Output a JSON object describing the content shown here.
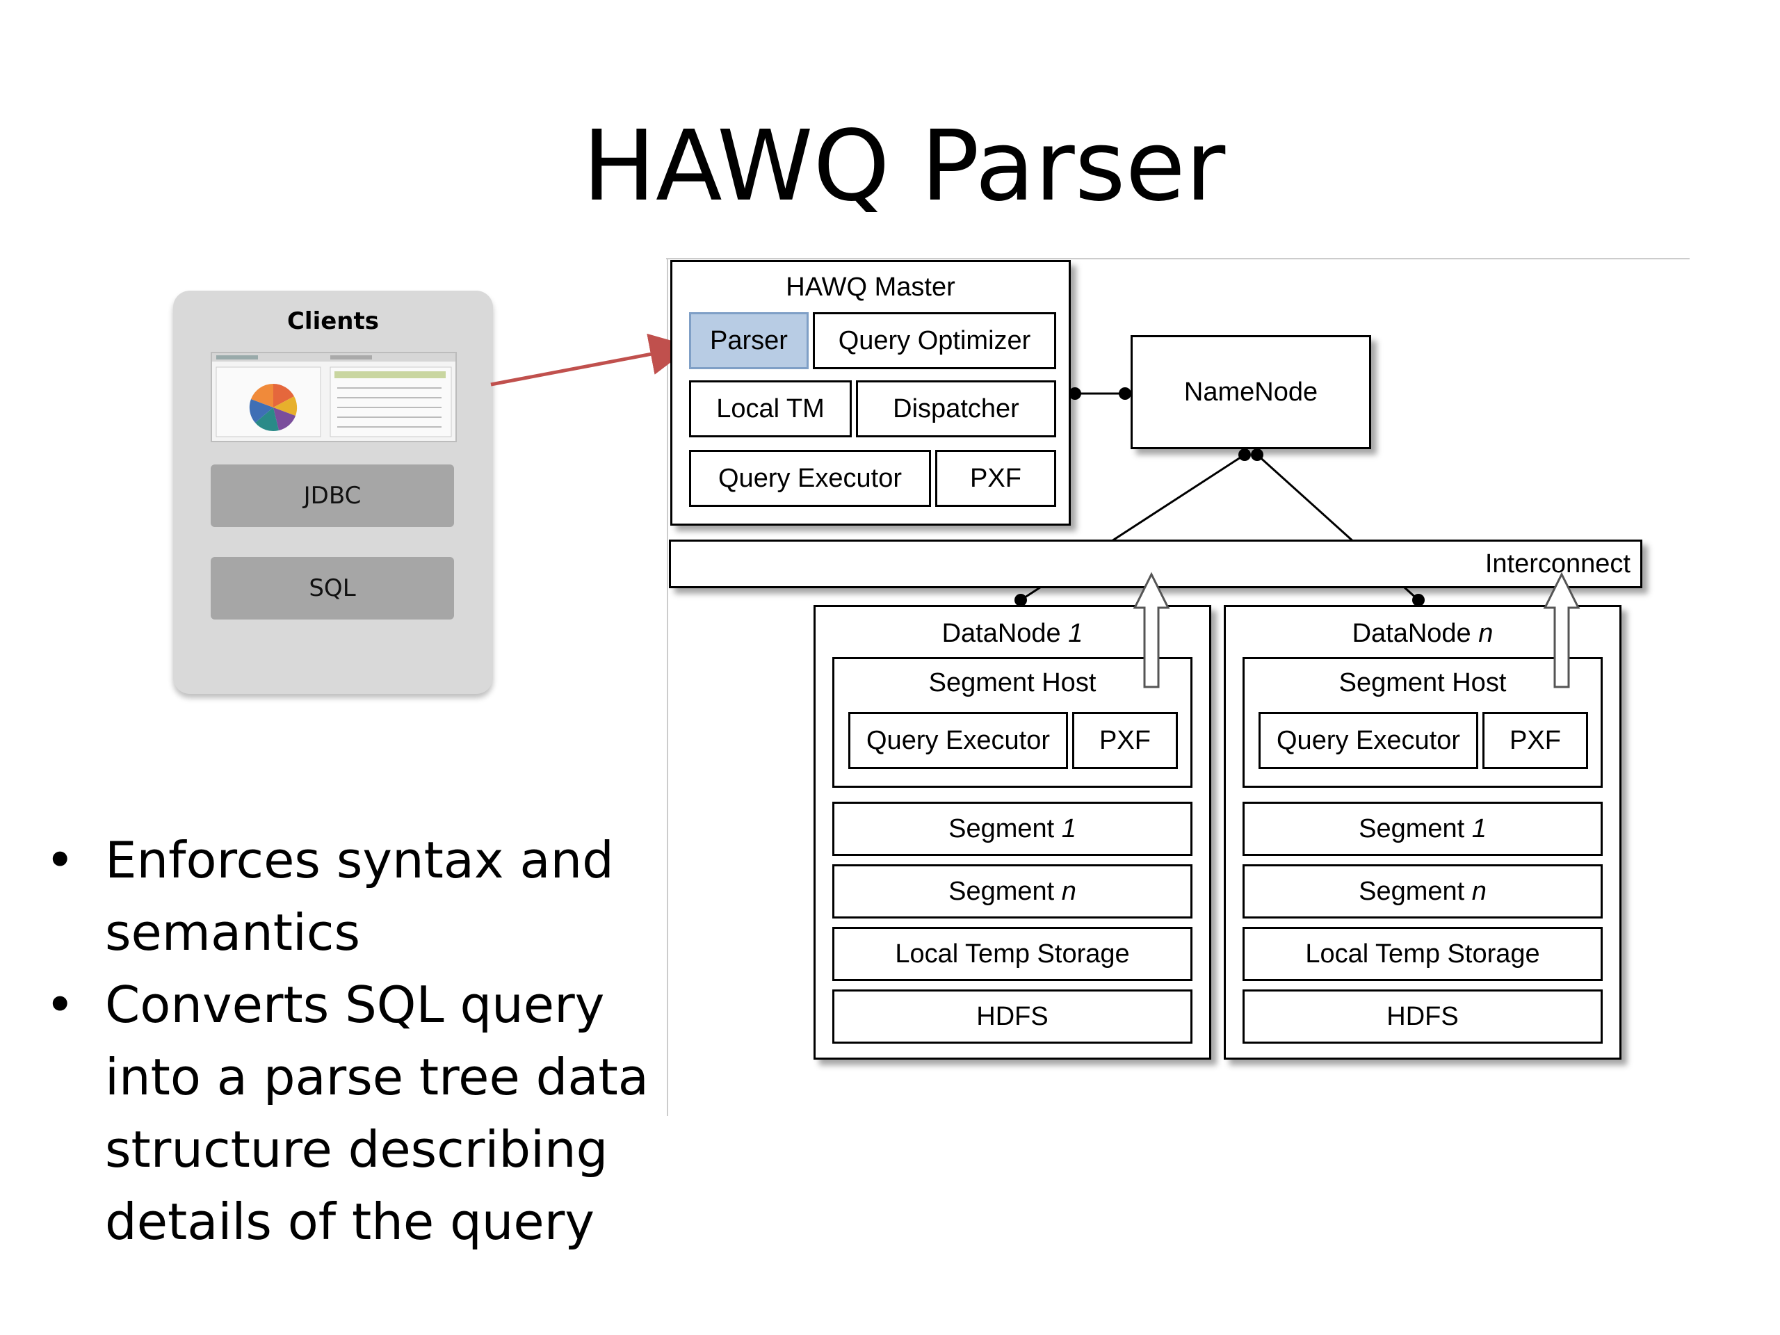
{
  "title": "HAWQ Parser",
  "clients": {
    "title": "Clients",
    "layers": [
      "JDBC",
      "SQL"
    ]
  },
  "master": {
    "title": "HAWQ Master",
    "parser": "Parser",
    "query_optimizer": "Query Optimizer",
    "local_tm": "Local TM",
    "dispatcher": "Dispatcher",
    "query_executor": "Query Executor",
    "pxf": "PXF"
  },
  "namenode": "NameNode",
  "interconnect": "Interconnect",
  "datanodes": [
    {
      "name": "DataNode",
      "index": "1",
      "segment_host": "Segment Host",
      "query_executor": "Query Executor",
      "pxf": "PXF",
      "segment_first": "Segment",
      "segment_first_index": "1",
      "segment_last": "Segment",
      "segment_last_index": "n",
      "local_temp_storage": "Local Temp Storage",
      "hdfs": "HDFS"
    },
    {
      "name": "DataNode",
      "index": "n",
      "segment_host": "Segment Host",
      "query_executor": "Query Executor",
      "pxf": "PXF",
      "segment_first": "Segment",
      "segment_first_index": "1",
      "segment_last": "Segment",
      "segment_last_index": "n",
      "local_temp_storage": "Local Temp Storage",
      "hdfs": "HDFS"
    }
  ],
  "bullets": [
    "Enforces syntax and semantics",
    "Converts SQL query into a parse tree data structure describing details of the query"
  ],
  "colors": {
    "arrow": "#c0504d",
    "parser_highlight": "#b8cce4",
    "clients_panel": "#d9d9d9",
    "clients_layer": "#a6a6a6"
  }
}
